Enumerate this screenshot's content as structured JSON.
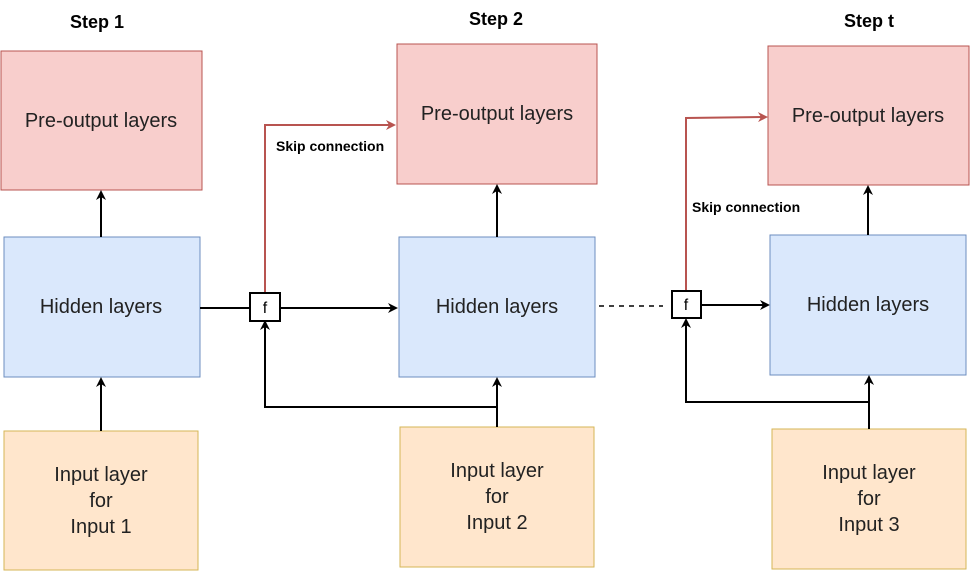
{
  "steps": {
    "s1": "Step 1",
    "s2": "Step 2",
    "s3": "Step t"
  },
  "boxes": {
    "pre_output": "Pre-output layers",
    "hidden": "Hidden layers",
    "input_line1": "Input layer",
    "input_line2": "for",
    "input1_line3": "Input 1",
    "input2_line3": "Input 2",
    "input3_line3": "Input 3"
  },
  "fusion_label": "f",
  "skip_label": "Skip connection",
  "colors": {
    "pre_output_fill": "#f8cecc",
    "hidden_fill": "#dae8fc",
    "input_fill": "#ffe6cc",
    "skip_edge": "#b85450"
  }
}
